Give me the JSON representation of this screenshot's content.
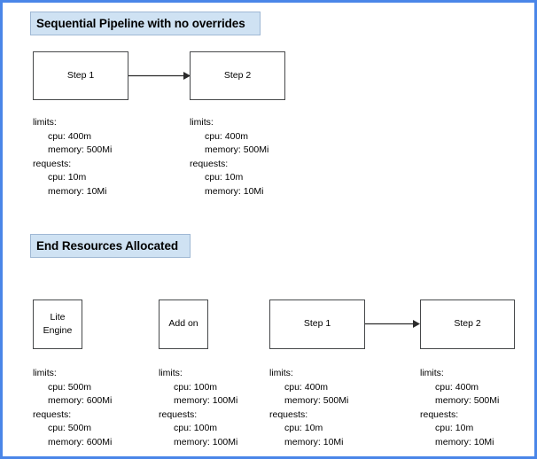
{
  "canvas": {
    "border_color": "#4a86e8",
    "background": "#ffffff",
    "heading_fill": "#cfe2f3",
    "heading_border": "#9fb8d4",
    "node_border": "#46484a",
    "arrow_color": "#2b2b2b"
  },
  "sections": [
    {
      "heading": "Sequential Pipeline with no overrides",
      "nodes": [
        {
          "label_line1": "Step 1",
          "label_line2": ""
        },
        {
          "label_line1": "Step 2",
          "label_line2": ""
        }
      ],
      "specs": [
        {
          "limits_label": "limits:",
          "limits_cpu": "cpu: 400m",
          "limits_memory": "memory: 500Mi",
          "requests_label": "requests:",
          "requests_cpu": "cpu: 10m",
          "requests_memory": "memory: 10Mi"
        },
        {
          "limits_label": "limits:",
          "limits_cpu": "cpu: 400m",
          "limits_memory": "memory: 500Mi",
          "requests_label": "requests:",
          "requests_cpu": "cpu: 10m",
          "requests_memory": "memory: 10Mi"
        }
      ]
    },
    {
      "heading": "End Resources Allocated",
      "nodes": [
        {
          "label_line1": "Lite",
          "label_line2": "Engine"
        },
        {
          "label_line1": "Add on",
          "label_line2": ""
        },
        {
          "label_line1": "Step 1",
          "label_line2": ""
        },
        {
          "label_line1": "Step 2",
          "label_line2": ""
        }
      ],
      "specs": [
        {
          "limits_label": "limits:",
          "limits_cpu": "cpu: 500m",
          "limits_memory": "memory: 600Mi",
          "requests_label": "requests:",
          "requests_cpu": "cpu: 500m",
          "requests_memory": "memory: 600Mi"
        },
        {
          "limits_label": "limits:",
          "limits_cpu": "cpu: 100m",
          "limits_memory": "memory: 100Mi",
          "requests_label": "requests:",
          "requests_cpu": "cpu: 100m",
          "requests_memory": "memory: 100Mi"
        },
        {
          "limits_label": "limits:",
          "limits_cpu": "cpu: 400m",
          "limits_memory": "memory: 500Mi",
          "requests_label": "requests:",
          "requests_cpu": "cpu: 10m",
          "requests_memory": "memory: 10Mi"
        },
        {
          "limits_label": "limits:",
          "limits_cpu": "cpu: 400m",
          "limits_memory": "memory: 500Mi",
          "requests_label": "requests:",
          "requests_cpu": "cpu: 10m",
          "requests_memory": "memory: 10Mi"
        }
      ]
    }
  ]
}
